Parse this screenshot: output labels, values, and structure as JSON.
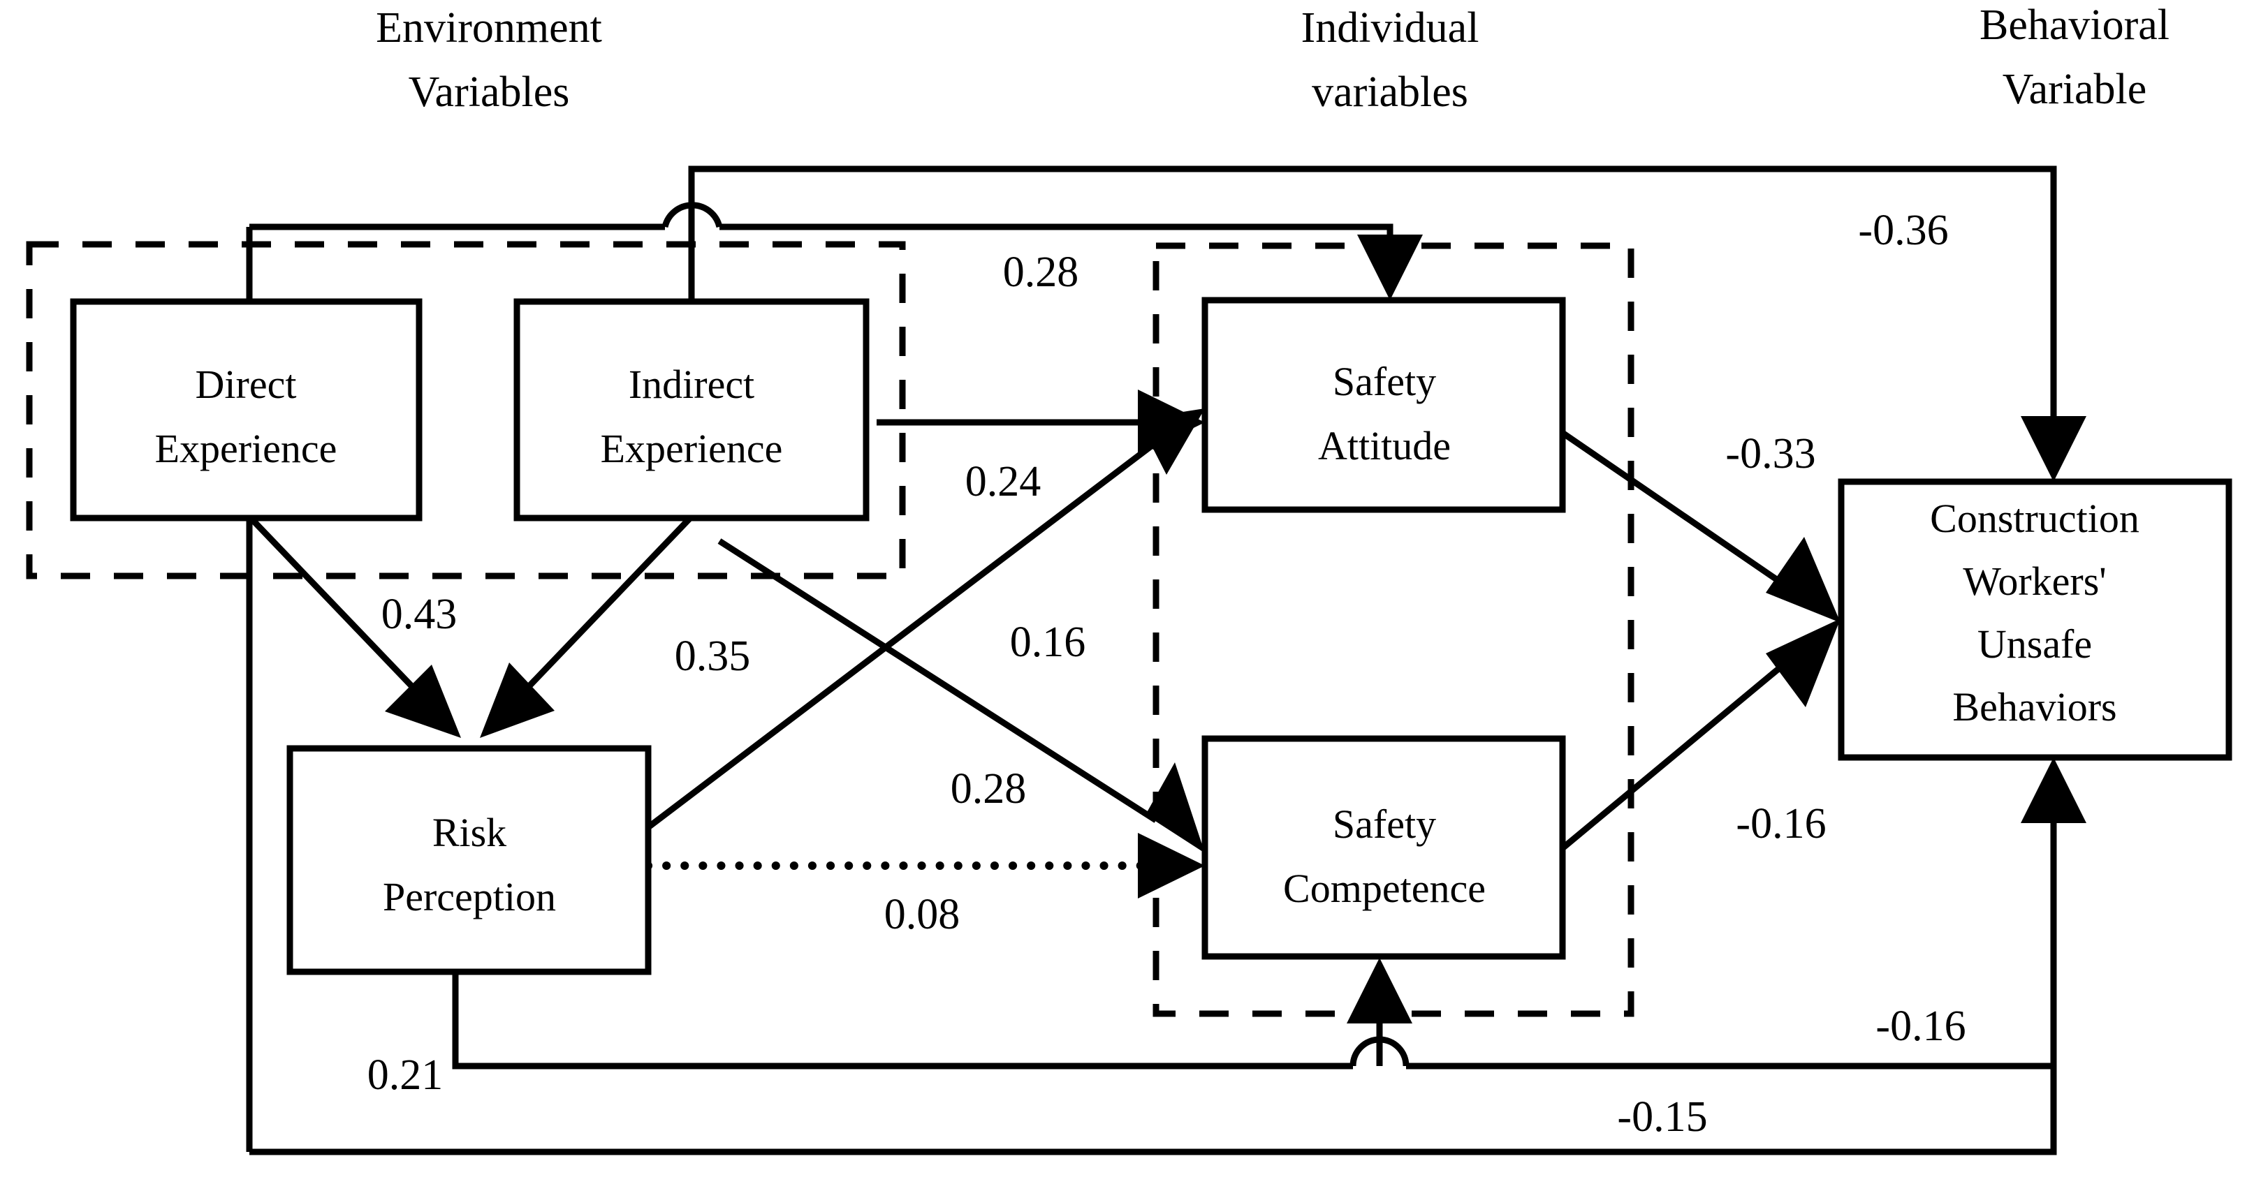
{
  "diagram": {
    "type": "path-diagram",
    "title": "Construction Workers' Unsafe Behaviors Path Model",
    "group_titles": [
      {
        "id": "env",
        "text_line1": "Environment",
        "text_line2": "Variables"
      },
      {
        "id": "ind",
        "text_line1": "Individual",
        "text_line2": "variables"
      },
      {
        "id": "beh",
        "text_line1": "Behavioral",
        "text_line2": "Variable"
      }
    ],
    "nodes": [
      {
        "id": "direct",
        "line1": "Direct",
        "line2": "Experience",
        "line3": "",
        "line4": ""
      },
      {
        "id": "indirect",
        "line1": "Indirect",
        "line2": "Experience",
        "line3": "",
        "line4": ""
      },
      {
        "id": "risk",
        "line1": "Risk",
        "line2": "Perception",
        "line3": "",
        "line4": ""
      },
      {
        "id": "attitude",
        "line1": "Safety",
        "line2": "Attitude",
        "line3": "",
        "line4": ""
      },
      {
        "id": "competence",
        "line1": "Safety",
        "line2": "Competence",
        "line3": "",
        "line4": ""
      },
      {
        "id": "outcome",
        "line1": "Construction",
        "line2": "Workers'",
        "line3": "Unsafe",
        "line4": "Behaviors"
      }
    ],
    "edges": [
      {
        "id": "e1",
        "from": "direct",
        "to": "risk",
        "coef": "0.43",
        "style": "solid"
      },
      {
        "id": "e2",
        "from": "indirect",
        "to": "risk",
        "coef": "0.35",
        "style": "solid"
      },
      {
        "id": "e3",
        "from": "indirect",
        "to": "attitude",
        "coef": "0.24",
        "style": "solid"
      },
      {
        "id": "e4",
        "from": "indirect",
        "to": "competence",
        "coef": "0.28",
        "style": "solid"
      },
      {
        "id": "e5",
        "from": "risk",
        "to": "attitude",
        "coef": "0.16",
        "style": "solid"
      },
      {
        "id": "e6",
        "from": "risk",
        "to": "competence",
        "coef": "0.08",
        "style": "dotted"
      },
      {
        "id": "e7",
        "from": "indirect",
        "to": "attitude",
        "coef": "0.28",
        "style": "solid"
      },
      {
        "id": "e8",
        "from": "indirect",
        "to": "outcome",
        "coef": "-0.36",
        "style": "solid"
      },
      {
        "id": "e9",
        "from": "attitude",
        "to": "outcome",
        "coef": "-0.33",
        "style": "solid"
      },
      {
        "id": "e10",
        "from": "competence",
        "to": "outcome",
        "coef": "-0.16",
        "style": "solid"
      },
      {
        "id": "e11",
        "from": "risk",
        "to": "competence",
        "coef": "0.21",
        "style": "solid"
      },
      {
        "id": "e12",
        "from": "risk",
        "to": "outcome",
        "coef": "-0.16",
        "style": "solid"
      },
      {
        "id": "e13",
        "from": "direct",
        "to": "outcome",
        "coef": "-0.15",
        "style": "solid"
      }
    ],
    "colors": {
      "stroke": "#000000",
      "background": "#ffffff",
      "text": "#000000"
    }
  }
}
